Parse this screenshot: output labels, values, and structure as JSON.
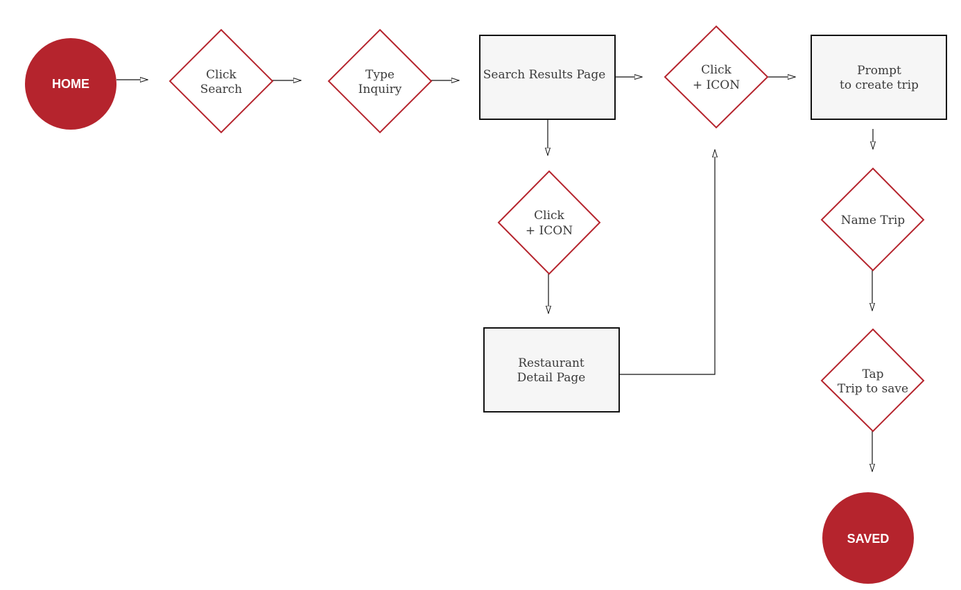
{
  "colors": {
    "accent": "#b5242d",
    "box_fill": "#f6f6f6",
    "box_border": "#111111",
    "text": "#3a3a3a",
    "line": "#111111"
  },
  "nodes": {
    "home": {
      "label": "HOME"
    },
    "click_search": {
      "line1": "Click",
      "line2": "Search"
    },
    "type_inquiry": {
      "line1": "Type",
      "line2": "Inquiry"
    },
    "search_results": {
      "label": "Search Results Page"
    },
    "click_icon_top": {
      "line1": "Click",
      "line2": "+ ICON"
    },
    "prompt_create": {
      "line1": "Prompt",
      "line2": "to create trip"
    },
    "click_icon_mid": {
      "line1": "Click",
      "line2": "+ ICON"
    },
    "restaurant_detail": {
      "line1": "Restaurant",
      "line2": "Detail Page"
    },
    "name_trip": {
      "label": "Name Trip"
    },
    "tap_trip": {
      "line1": "Tap",
      "line2": "Trip to save"
    },
    "saved": {
      "label": "SAVED"
    }
  }
}
